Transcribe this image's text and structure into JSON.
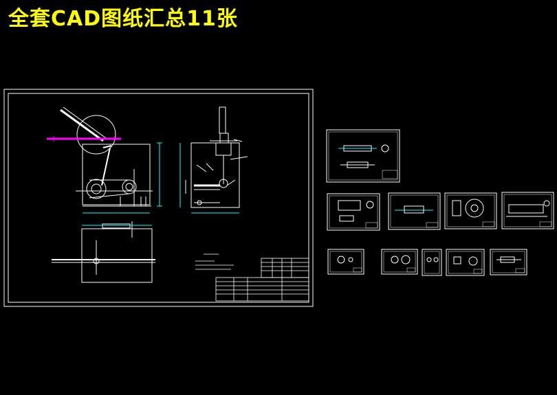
{
  "header": {
    "title": "全套CAD图纸汇总11张"
  },
  "drawings": [
    {
      "id": "main-assembly"
    },
    {
      "id": "sheet-1"
    },
    {
      "id": "sheet-2"
    },
    {
      "id": "sheet-3"
    },
    {
      "id": "sheet-4"
    },
    {
      "id": "sheet-5"
    },
    {
      "id": "sheet-6"
    },
    {
      "id": "sheet-7"
    },
    {
      "id": "sheet-8"
    },
    {
      "id": "sheet-9"
    },
    {
      "id": "sheet-10"
    }
  ],
  "colors": {
    "background": "#000000",
    "title": "#ffff00",
    "frame": "#ffffff",
    "dimension": "#00ffff",
    "highlight": "#ff00ff"
  }
}
